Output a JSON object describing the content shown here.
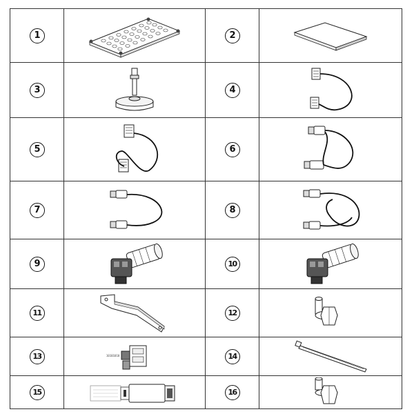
{
  "parts": [
    {
      "number": "1",
      "icon": "perforated-tray-icon"
    },
    {
      "number": "2",
      "icon": "flat-panel-icon"
    },
    {
      "number": "3",
      "icon": "leveling-foot-icon"
    },
    {
      "number": "4",
      "icon": "cable-with-connectors-icon"
    },
    {
      "number": "5",
      "icon": "cable-with-connectors-icon"
    },
    {
      "number": "6",
      "icon": "cable-with-round-connectors-icon"
    },
    {
      "number": "7",
      "icon": "cable-with-round-connectors-icon"
    },
    {
      "number": "8",
      "icon": "cable-with-round-connectors-icon"
    },
    {
      "number": "9",
      "icon": "angled-connector-icon"
    },
    {
      "number": "10",
      "icon": "angled-connector-icon"
    },
    {
      "number": "11",
      "icon": "mounting-bracket-icon"
    },
    {
      "number": "12",
      "icon": "flanged-bolt-icon"
    },
    {
      "number": "13",
      "icon": "terminal-block-icon"
    },
    {
      "number": "14",
      "icon": "cable-tie-icon"
    },
    {
      "number": "15",
      "icon": "plug-connector-icon"
    },
    {
      "number": "16",
      "icon": "flanged-bolt-icon"
    }
  ],
  "part13_label": "10101010"
}
